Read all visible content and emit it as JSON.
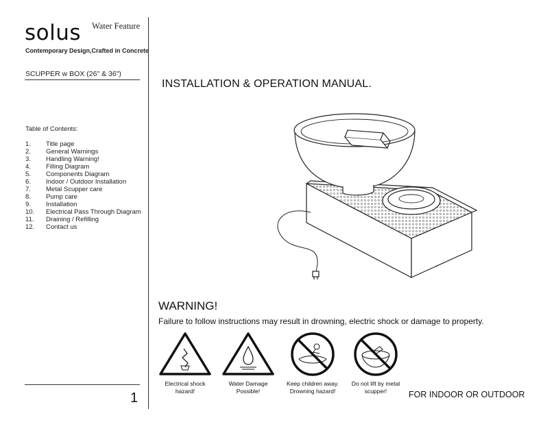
{
  "brand": {
    "logo": "solus",
    "feature": "Water Feature",
    "tagline": "Contemporary Design,Crafted in Concrete"
  },
  "model": "SCUPPER w BOX  (26\" & 36\")",
  "toc": {
    "title": "Table of Contents:",
    "items": [
      {
        "num": "1.",
        "label": "Title page"
      },
      {
        "num": "2.",
        "label": "General Warnings"
      },
      {
        "num": "3.",
        "label": "Handling Warning!"
      },
      {
        "num": "4.",
        "label": "Filling Diagram"
      },
      {
        "num": "5.",
        "label": "Components Diagram"
      },
      {
        "num": "6.",
        "label": "Indoor / Outdoor Installation"
      },
      {
        "num": "7.",
        "label": "Metal Scupper care"
      },
      {
        "num": "8.",
        "label": "Pump care"
      },
      {
        "num": "9.",
        "label": "Installation"
      },
      {
        "num": "10.",
        "label": "Electrical Pass Through Diagram"
      },
      {
        "num": "11.",
        "label": "Draining / Refilling"
      },
      {
        "num": "12.",
        "label": "Contact us"
      }
    ]
  },
  "page_number": "1",
  "manual_title": "INSTALLATION & OPERATION MANUAL.",
  "warning": {
    "title": "WARNING!",
    "text": "Failure to follow instructions may result in drowning, electric shock or damage to property."
  },
  "signs": [
    {
      "line1": "Electrical shock",
      "line2": "hazard!",
      "icon": "electric-shock-icon"
    },
    {
      "line1": "Water Damage",
      "line2": "Possible!",
      "icon": "water-damage-icon"
    },
    {
      "line1": "Keep children away.",
      "line2": "Drowning hazard!",
      "icon": "no-children-icon"
    },
    {
      "line1": "Do not lift by metal",
      "line2": "scupper!",
      "icon": "no-lift-scupper-icon"
    }
  ],
  "footer_note": "FOR INDOOR OR OUTDOOR"
}
